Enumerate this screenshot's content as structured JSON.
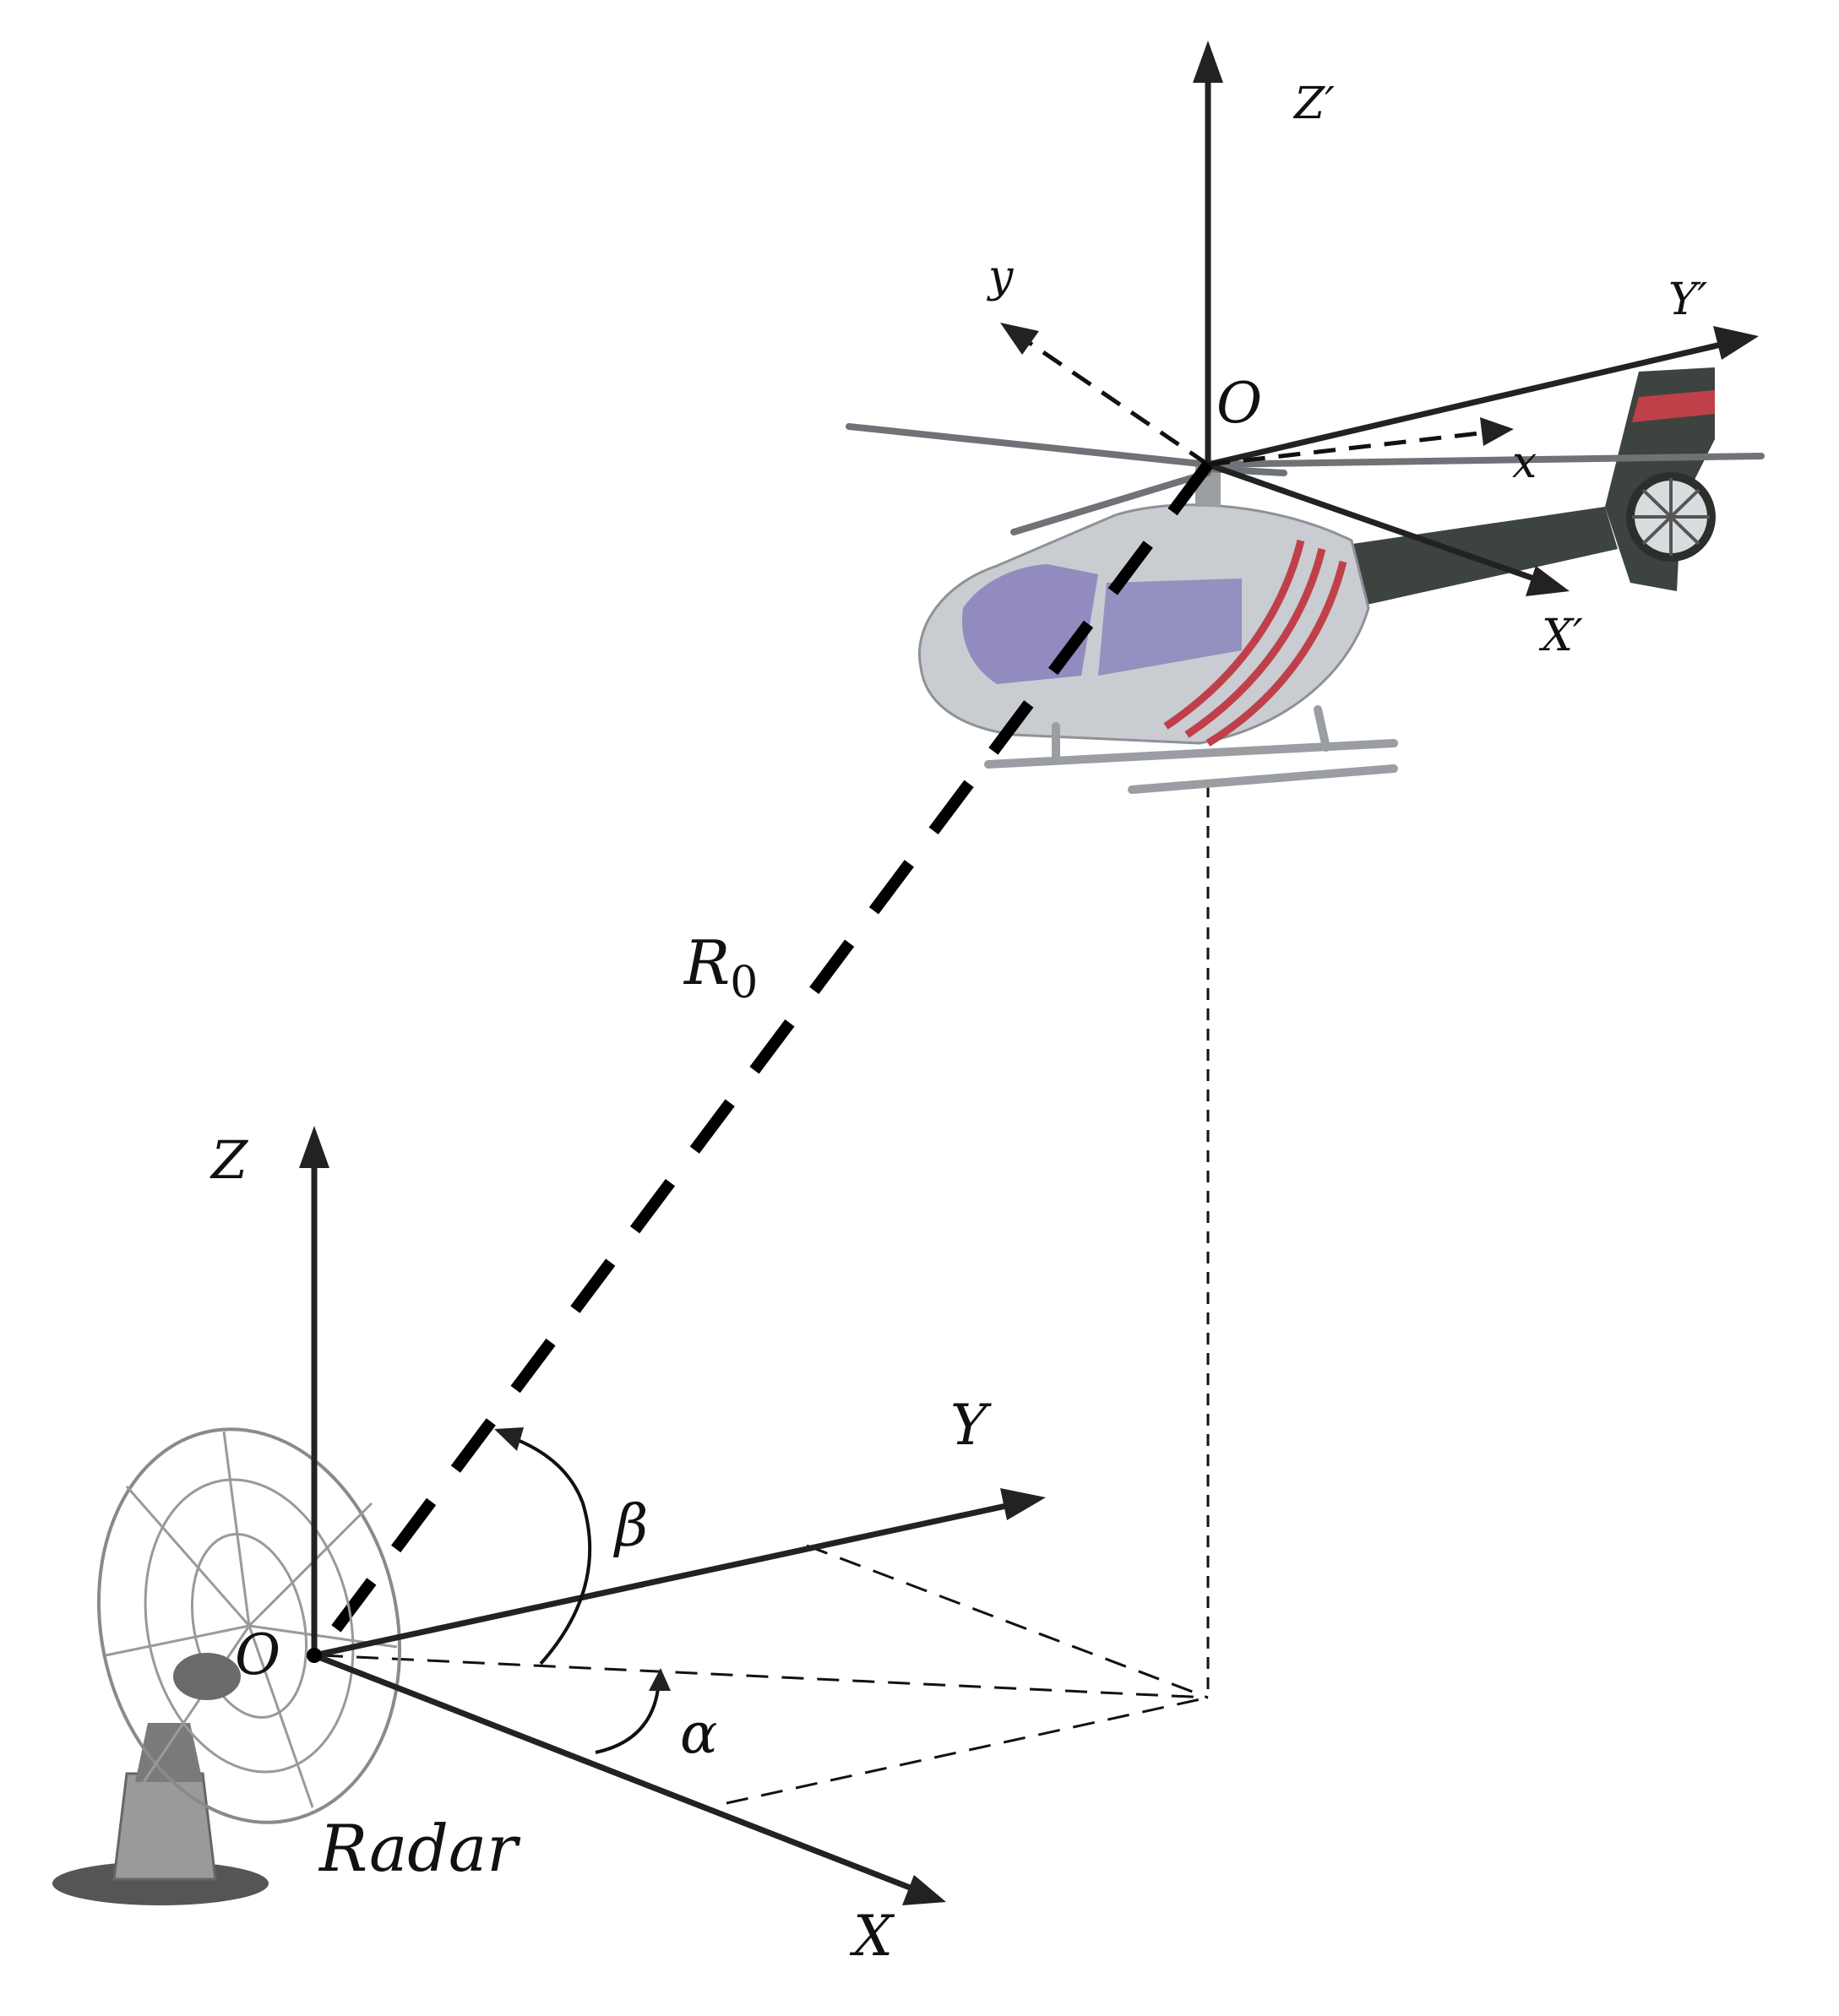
{
  "labels": {
    "z_prime": "Z′",
    "y_prime": "Y′",
    "x_prime": "X′",
    "o_target": "O",
    "body_x": "x",
    "body_y": "y",
    "range": "R",
    "range_sub": "0",
    "z": "Z",
    "y": "Y",
    "x": "X",
    "o_radar": "O",
    "beta": "β",
    "alpha": "α",
    "radar": "Radar"
  },
  "colors": {
    "axis": "#222222",
    "helicopter_body": "#c9ccd1",
    "helicopter_tail": "#3d4440",
    "stripe": "#c0404a",
    "canopy": "#7d76b8",
    "dish": "#8a8a8a"
  },
  "icons": {
    "helicopter": "helicopter-icon",
    "radar": "radar-dish-icon"
  }
}
